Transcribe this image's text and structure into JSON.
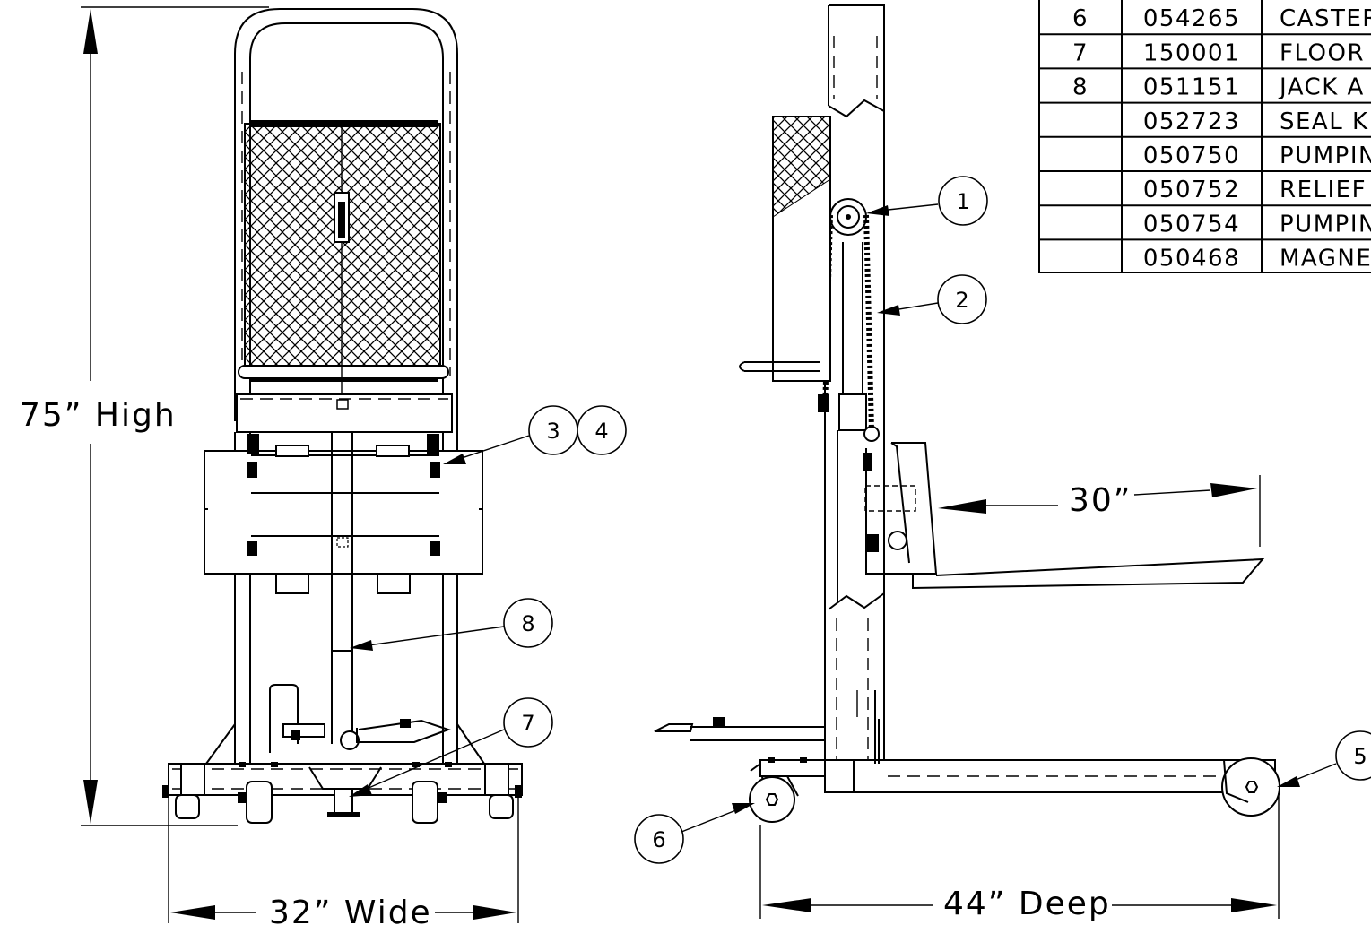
{
  "dimensions": {
    "height": "75” High",
    "width": "32” Wide",
    "depth": "44” Deep",
    "fork_length": "30”"
  },
  "callouts": [
    "1",
    "2",
    "3",
    "4",
    "5",
    "6",
    "7",
    "8"
  ],
  "parts_table": {
    "rows": [
      {
        "item": "6",
        "part_no": "054265",
        "description": "CASTER"
      },
      {
        "item": "7",
        "part_no": "150001",
        "description": "FLOOR"
      },
      {
        "item": "8",
        "part_no": "051151",
        "description": "JACK A"
      },
      {
        "item": "",
        "part_no": "052723",
        "description": "SEAL K"
      },
      {
        "item": "",
        "part_no": "050750",
        "description": "PUMPIN"
      },
      {
        "item": "",
        "part_no": "050752",
        "description": "RELIEF"
      },
      {
        "item": "",
        "part_no": "050754",
        "description": "PUMPIN"
      },
      {
        "item": "",
        "part_no": "050468",
        "description": "MAGNET"
      }
    ]
  }
}
